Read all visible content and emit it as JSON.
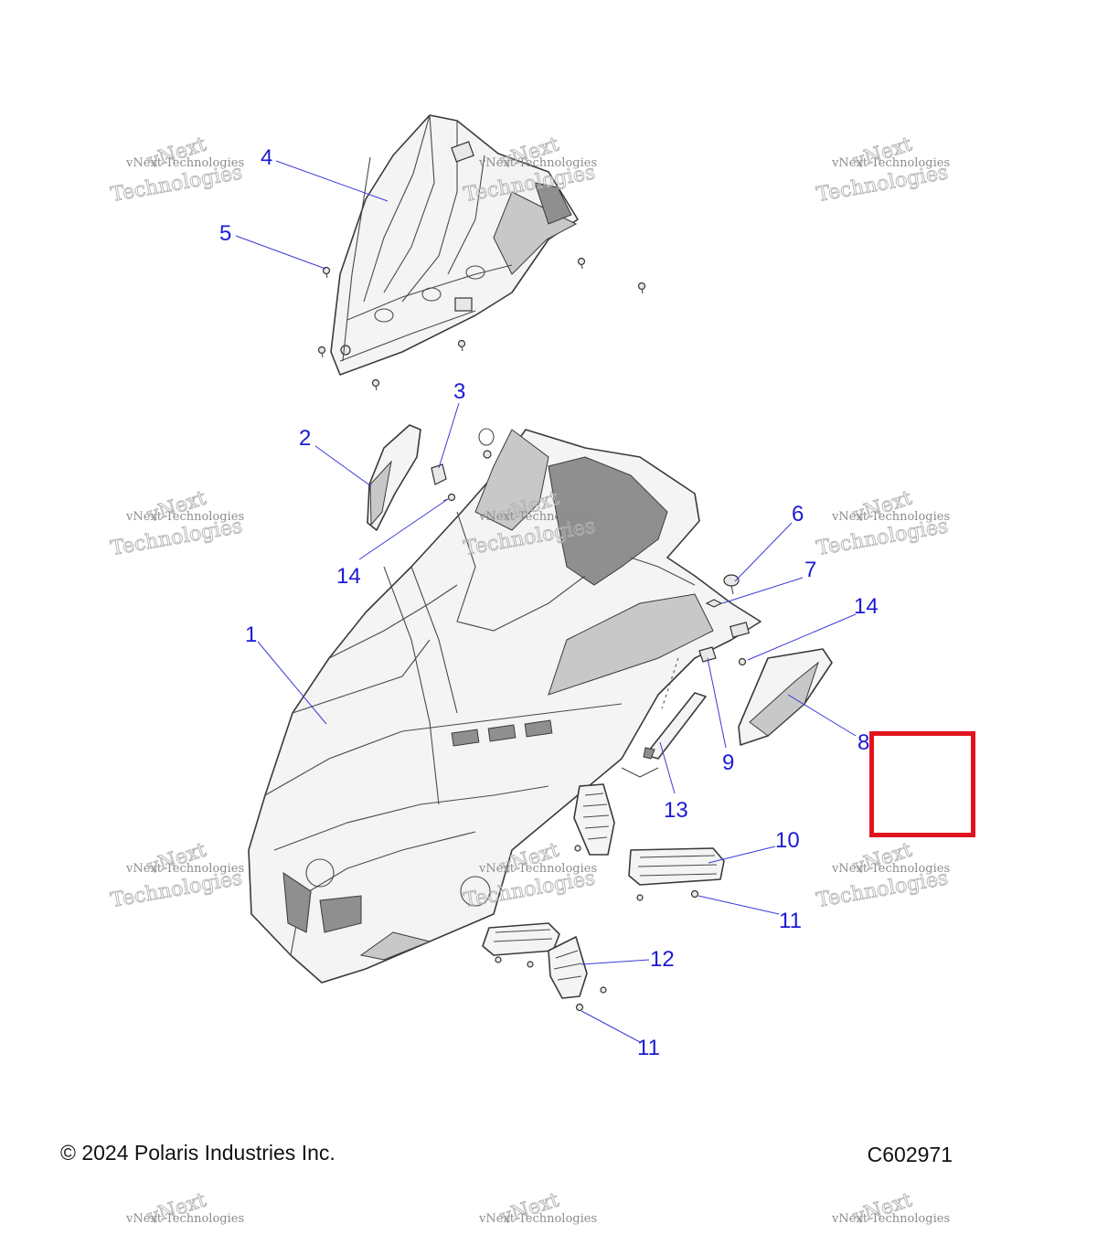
{
  "watermark": {
    "line1": "vNext",
    "line2": "vNext Technologies",
    "line3": "Technologies"
  },
  "callouts": [
    "4",
    "5",
    "3",
    "2",
    "14",
    "6",
    "7",
    "14",
    "1",
    "8",
    "9",
    "13",
    "10",
    "11",
    "12",
    "11"
  ],
  "footer": {
    "copyright": "© 2024 Polaris Industries Inc.",
    "drawing_id": "C602971"
  },
  "colors": {
    "callout": "#1a1ad6",
    "highlight": "#e0141e"
  }
}
